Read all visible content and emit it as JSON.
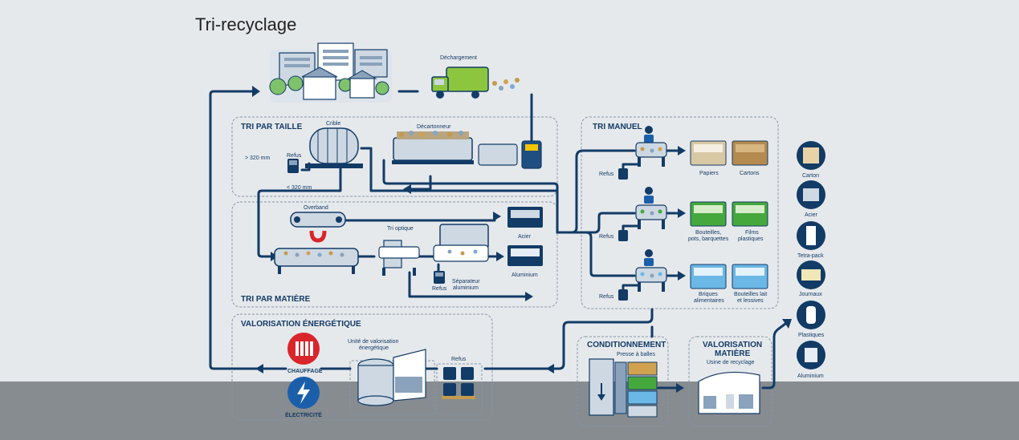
{
  "title": "Tri-recyclage",
  "sections": {
    "tri_taille": "TRI PAR TAILLE",
    "tri_matiere": "TRI PAR MATIÈRE",
    "tri_manuel": "TRI MANUEL",
    "valorisation_energetique": "VALORISATION ÉNERGÉTIQUE",
    "conditionnement": "CONDITIONNEMENT",
    "valorisation_matiere_1": "VALORISATION",
    "valorisation_matiere_2": "MATIÈRE"
  },
  "labels": {
    "dechargement": "Déchargement",
    "crible": "Crible",
    "decartonneur": "Décartonneur",
    "refus": "Refus",
    "gt320": "> 320 mm",
    "lt320": "< 320 mm",
    "overband": "Overband",
    "tri_optique": "Tri optique",
    "acier": "Acier",
    "aluminium": "Aluminium",
    "separateur_1": "Séparateur",
    "separateur_2": "aluminium",
    "papiers": "Papiers",
    "cartons": "Cartons",
    "bouteilles_1": "Bouteilles,",
    "bouteilles_2": "pots, barquettes",
    "films_1": "Films",
    "films_2": "plastiques",
    "briques_1": "Briques",
    "briques_2": "alimentaires",
    "bouteilles_lait_1": "Bouteilles lait",
    "bouteilles_lait_2": "et lessives",
    "unite_1": "Unité de valorisation",
    "unite_2": "énergétique",
    "chauffage": "CHAUFFAGE",
    "electricite": "ÉLECTRICITÉ",
    "presse": "Presse à balles",
    "usine": "Usine de recyclage"
  },
  "materials": [
    {
      "label": "Carton",
      "color": "#e8d3a6"
    },
    {
      "label": "Acier",
      "color": "#cfd9e3"
    },
    {
      "label": "Tetra-pack",
      "color": "#ffffff"
    },
    {
      "label": "Journaux",
      "color": "#f1e6b8"
    },
    {
      "label": "Plastiques",
      "color": "#ffffff"
    },
    {
      "label": "Aluminium",
      "color": "#e6edf4"
    }
  ],
  "colors": {
    "navy": "#123b66",
    "heating_red": "#d9262b",
    "electric_blue": "#1b5faa",
    "paper_bin": "#d9c8a4",
    "plastic_bin": "#45a83d",
    "brick_bin": "#6bb7e5",
    "background": "#e6e9ec",
    "ground": "#878c90"
  }
}
